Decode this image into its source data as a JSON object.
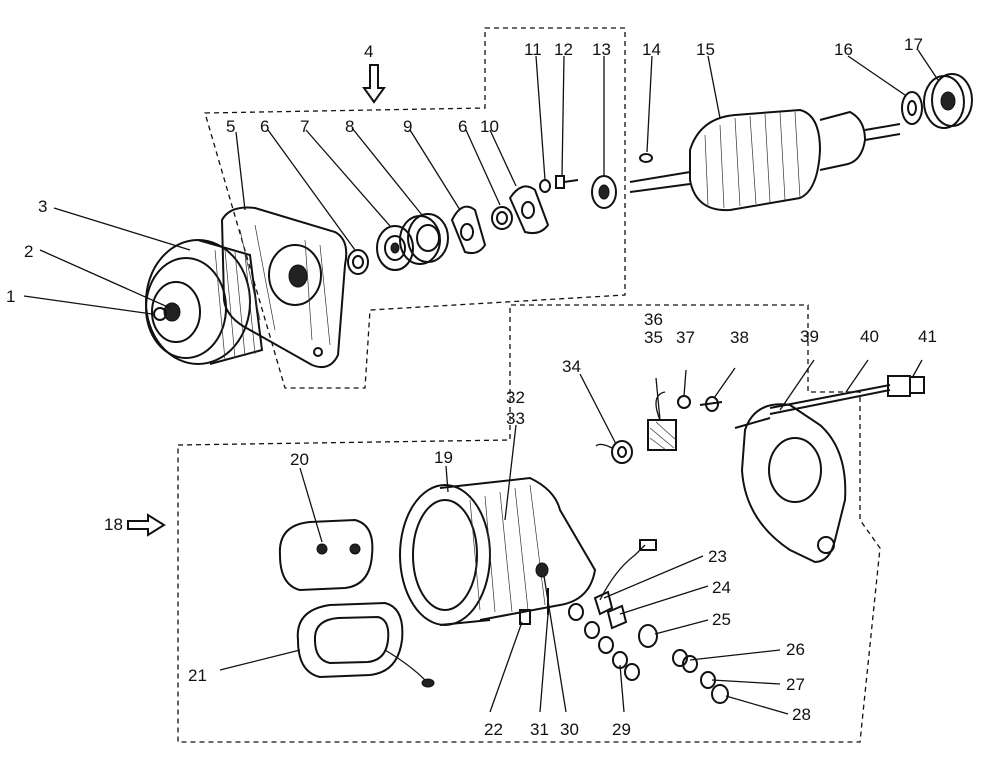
{
  "callouts": [
    "1",
    "2",
    "3",
    "4",
    "5",
    "6",
    "6",
    "7",
    "8",
    "9",
    "10",
    "11",
    "12",
    "13",
    "14",
    "15",
    "16",
    "17",
    "18",
    "19",
    "20",
    "21",
    "22",
    "23",
    "24",
    "25",
    "26",
    "27",
    "28",
    "29",
    "30",
    "31",
    "32",
    "33",
    "34",
    "35",
    "36",
    "37",
    "38",
    "39",
    "40",
    "41"
  ]
}
